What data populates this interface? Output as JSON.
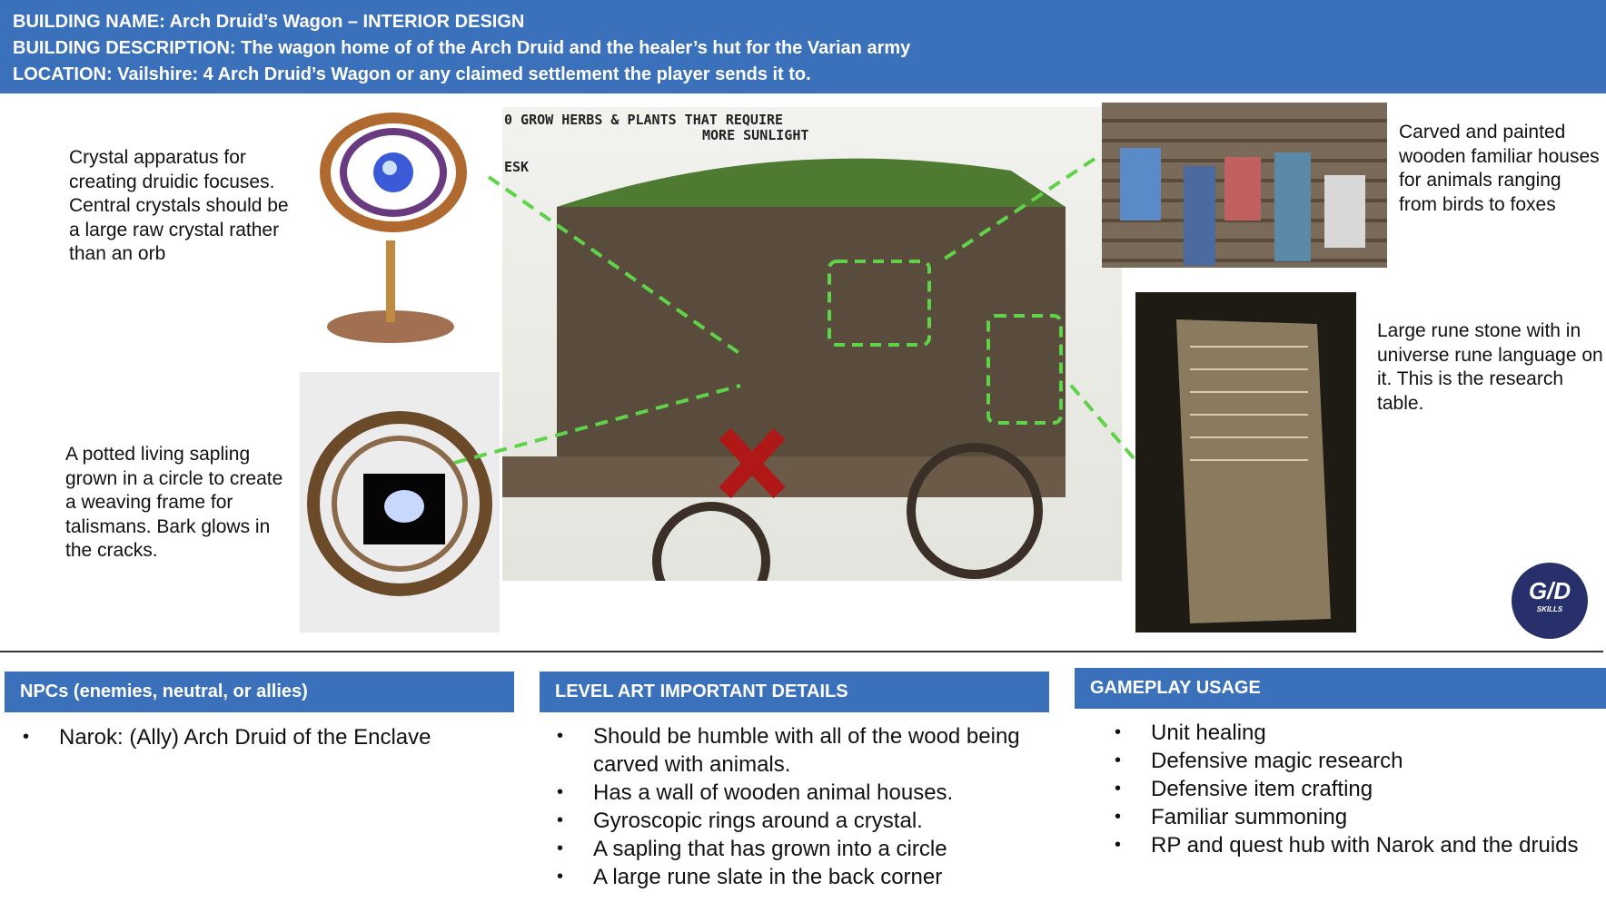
{
  "header": {
    "building_name": "BUILDING NAME: Arch Druid’s Wagon – INTERIOR DESIGN",
    "building_description": "BUILDING DESCRIPTION: The wagon home of of the Arch Druid and the healer’s hut for the Varian army",
    "location": "LOCATION: Vailshire: 4 Arch Druid’s Wagon or any claimed settlement the player sends it to."
  },
  "references": {
    "crystal": "Crystal apparatus for creating druidic focuses. Central crystals should be a large raw crystal rather than an orb",
    "sapling": "A potted living sapling grown in a circle to create a weaving frame for talismans. Bark glows in the cracks.",
    "birdhouses": "Carved and painted wooden familiar houses for animals ranging from birds to foxes",
    "rune_stone": "Large rune stone with in universe rune language on it. This is the research table."
  },
  "sketch": {
    "note_line1": "0 GROW HERBS & PLANTS THAT REQUIRE",
    "note_line2": "MORE SUNLIGHT",
    "label_desk": "ESK"
  },
  "logo": {
    "text": "SKILLS"
  },
  "sections": {
    "npcs": {
      "title": "NPCs (enemies, neutral, or allies)",
      "items": [
        "Narok: (Ally) Arch Druid of the Enclave"
      ]
    },
    "level_art": {
      "title": "LEVEL ART IMPORTANT DETAILS",
      "items": [
        "Should be humble with all of the wood being carved with animals.",
        "Has a wall of wooden animal houses.",
        "Gyroscopic rings around a crystal.",
        "A sapling that has grown into a circle",
        "A large rune slate in the back corner"
      ]
    },
    "gameplay": {
      "title": "GAMEPLAY USAGE",
      "items": [
        "Unit healing",
        "Defensive magic research",
        "Defensive item crafting",
        "Familiar summoning",
        "RP and quest hub with Narok and the druids"
      ]
    }
  },
  "colors": {
    "header": "#3b70bb",
    "accent_green": "#5fd24a",
    "logo": "#27306b"
  }
}
